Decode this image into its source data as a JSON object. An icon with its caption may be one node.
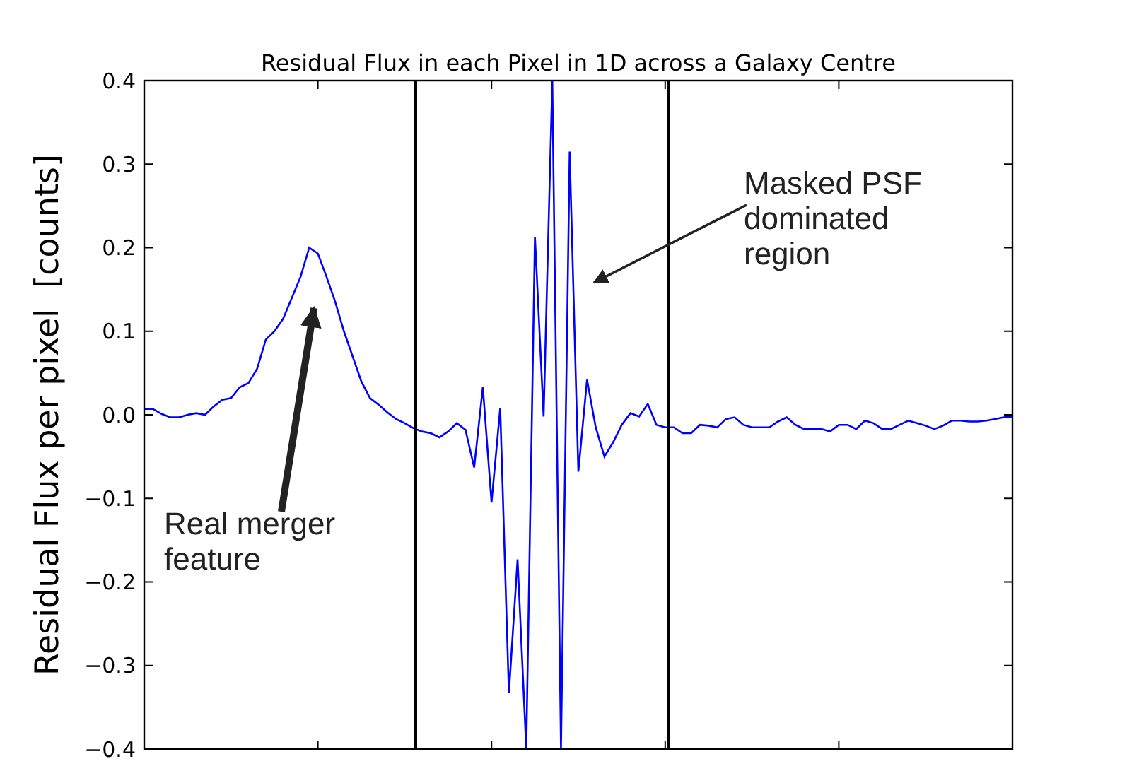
{
  "diagram": {
    "nodes": [
      {
        "text": [
          "Real merger feature"
        ]
      },
      {
        "text": [
          "Masked PSF dominated region"
        ]
      }
    ],
    "edges": [
      {
        "from": 0,
        "to": null,
        "arrow": "to",
        "style": "thick"
      },
      {
        "from": 1,
        "to": null,
        "arrow": "to"
      }
    ],
    "chart_data": {
      "type": "line",
      "title": "Residual Flux in each Pixel in 1D across a Galaxy Centre",
      "ylabel": "Residual Flux per pixel  [counts]",
      "categories": [
        null,
        null,
        null,
        null,
        null,
        null,
        null,
        null,
        null,
        null,
        null,
        null,
        null,
        null,
        null,
        null,
        null,
        null,
        null,
        null,
        null,
        null,
        null,
        null,
        null,
        null,
        null,
        null,
        null,
        null,
        null,
        null,
        null,
        null,
        null,
        null,
        null,
        null,
        null,
        null,
        null,
        null,
        null,
        null,
        null,
        null,
        null,
        null,
        null,
        null,
        null,
        null,
        null,
        null,
        null,
        null,
        null,
        null,
        null,
        null,
        null,
        null,
        null,
        null,
        null,
        null,
        null,
        null,
        null,
        null,
        null,
        null,
        null,
        null,
        null,
        null,
        null,
        null,
        null,
        null,
        null,
        null,
        null,
        null,
        null,
        null,
        null,
        null,
        null,
        null,
        null,
        null,
        null,
        null,
        null,
        null,
        null,
        null,
        null,
        null,
        null
      ],
      "series": [
        {
          "color": "#0000ff",
          "values": [
            0.007,
            0.007,
            0.001,
            -0.003,
            -0.003,
            0.0,
            0.002,
            0.0,
            0.01,
            0.018,
            0.02,
            0.033,
            0.038,
            0.055,
            0.09,
            0.1,
            0.115,
            0.14,
            0.165,
            0.2,
            0.193,
            0.165,
            0.135,
            0.1,
            0.07,
            0.04,
            0.02,
            0.012,
            0.003,
            -0.005,
            -0.01,
            -0.016,
            -0.02,
            -0.022,
            -0.027,
            -0.02,
            -0.01,
            -0.018,
            -0.063,
            0.033,
            -0.105,
            0.008,
            -0.333,
            -0.173,
            -0.4,
            0.213,
            -0.002,
            0.4,
            -0.4,
            0.315,
            -0.068,
            0.042,
            -0.015,
            -0.05,
            -0.033,
            -0.012,
            0.002,
            -0.002,
            0.013,
            -0.012,
            -0.015,
            -0.015,
            -0.022,
            -0.022,
            -0.012,
            -0.013,
            -0.015,
            -0.005,
            -0.003,
            -0.012,
            -0.015,
            -0.015,
            -0.015,
            -0.008,
            -0.003,
            -0.012,
            -0.017,
            -0.017,
            -0.017,
            -0.02,
            -0.012,
            -0.012,
            -0.017,
            -0.007,
            -0.01,
            -0.017,
            -0.017,
            -0.012,
            -0.007,
            -0.01,
            -0.013,
            -0.017,
            -0.013,
            -0.007,
            -0.007,
            -0.008,
            -0.008,
            -0.007,
            -0.005,
            -0.003,
            -0.002
          ]
        }
      ],
      "ylim": [
        -0.4,
        0.4
      ],
      "yticks": [
        {
          "value": -0.4,
          "label": "−0.4"
        },
        {
          "value": -0.3,
          "label": "−0.3"
        },
        {
          "value": -0.2,
          "label": "−0.2"
        },
        {
          "value": -0.1,
          "label": "−0.1"
        },
        {
          "value": 0.0,
          "label": "0.0"
        },
        {
          "value": 0.1,
          "label": "0.1"
        },
        {
          "value": 0.2,
          "label": "0.2"
        },
        {
          "value": 0.3,
          "label": "0.3"
        },
        {
          "value": 0.4,
          "label": "0.4"
        }
      ]
    }
  }
}
